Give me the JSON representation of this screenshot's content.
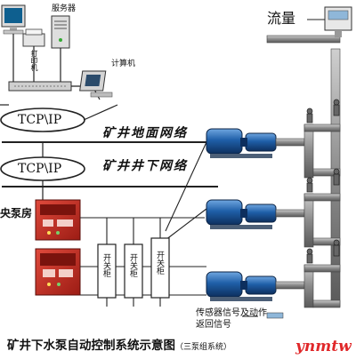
{
  "diagram": {
    "title": "矿井下水泵自动控制系统示意图",
    "title_note": "（三泵组系统）",
    "labels": {
      "server": "服务器",
      "printer": "打印机",
      "computer": "计算机",
      "flow": "流量",
      "tcp_top": "TCP\\IP",
      "tcp_bottom": "TCP\\IP",
      "ground_network": "矿井地面网络",
      "underground_network": "矿井井下网络",
      "pump_room": "央泵房",
      "switch_1": "开关柜",
      "switch_2": "开关柜",
      "switch_3": "开关柜",
      "signal_line1": "传感器信号及动作",
      "signal_line2": "返回信号"
    },
    "watermark": "ynmtw",
    "colors": {
      "pump_blue": "#1f5fa8",
      "cabinet_red": "#c42a22",
      "pipe": "#555555",
      "network_line": "#222222"
    }
  }
}
